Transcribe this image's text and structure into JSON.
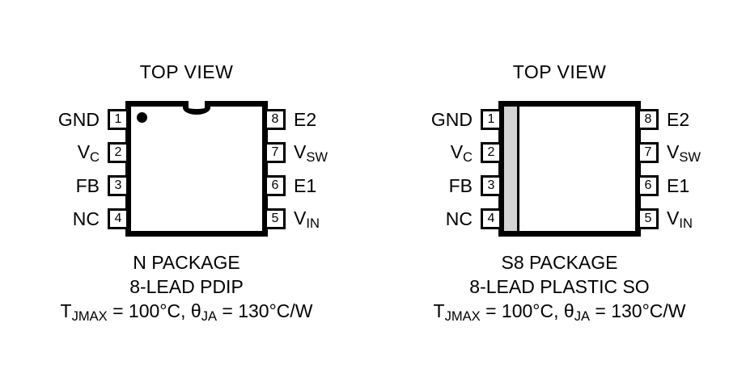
{
  "packages": [
    {
      "id": "n-package",
      "view_title": "TOP VIEW",
      "style": "dip",
      "has_notch": true,
      "has_pin1_dot": true,
      "has_edge_band": false,
      "name_line": "N PACKAGE",
      "lead_line": "8-LEAD PDIP",
      "thermal": {
        "tj_symbol": "T",
        "tj_subscript": "JMAX",
        "tj_value": " = 100°C, ",
        "theta_symbol": "θ",
        "theta_subscript": "JA",
        "theta_value": " = 130°C/W"
      },
      "pins_left": [
        {
          "number": "1",
          "label": "GND",
          "sub": ""
        },
        {
          "number": "2",
          "label": "V",
          "sub": "C"
        },
        {
          "number": "3",
          "label": "FB",
          "sub": ""
        },
        {
          "number": "4",
          "label": "NC",
          "sub": ""
        }
      ],
      "pins_right": [
        {
          "number": "8",
          "label": "E2",
          "sub": ""
        },
        {
          "number": "7",
          "label": "V",
          "sub": "SW"
        },
        {
          "number": "6",
          "label": "E1",
          "sub": ""
        },
        {
          "number": "5",
          "label": "V",
          "sub": "IN"
        }
      ]
    },
    {
      "id": "s8-package",
      "view_title": "TOP VIEW",
      "style": "so",
      "has_notch": false,
      "has_pin1_dot": false,
      "has_edge_band": true,
      "name_line": "S8 PACKAGE",
      "lead_line": "8-LEAD PLASTIC SO",
      "thermal": {
        "tj_symbol": "T",
        "tj_subscript": "JMAX",
        "tj_value": " = 100°C, ",
        "theta_symbol": "θ",
        "theta_subscript": "JA",
        "theta_value": " = 130°C/W"
      },
      "pins_left": [
        {
          "number": "1",
          "label": "GND",
          "sub": ""
        },
        {
          "number": "2",
          "label": "V",
          "sub": "C"
        },
        {
          "number": "3",
          "label": "FB",
          "sub": ""
        },
        {
          "number": "4",
          "label": "NC",
          "sub": ""
        }
      ],
      "pins_right": [
        {
          "number": "8",
          "label": "E2",
          "sub": ""
        },
        {
          "number": "7",
          "label": "V",
          "sub": "SW"
        },
        {
          "number": "6",
          "label": "E1",
          "sub": ""
        },
        {
          "number": "5",
          "label": "V",
          "sub": "IN"
        }
      ]
    }
  ],
  "colors": {
    "outline": "#000000",
    "body_fill": "#ffffff",
    "edge_band": "#d4d4d4",
    "background": "#ffffff"
  },
  "geometry": {
    "pin_row_tops": [
      135,
      176,
      217,
      258
    ]
  }
}
